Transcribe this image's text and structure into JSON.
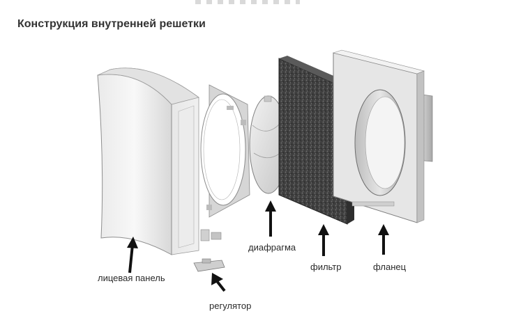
{
  "title": "Конструкция внутренней решетки",
  "parts": {
    "front_panel": "лицевая панель",
    "regulator": "регулятор",
    "diaphragm": "диафрагма",
    "filter": "фильтр",
    "flange": "фланец"
  },
  "colors": {
    "panel_light": "#f4f4f4",
    "panel_shadow": "#c8c8c8",
    "metal": "#dcdcdc",
    "filter_dark": "#4a4a4a",
    "arrow": "#111111",
    "text": "#333333"
  }
}
